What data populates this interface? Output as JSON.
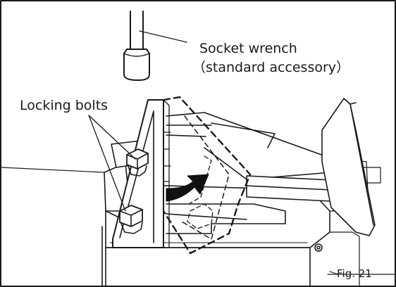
{
  "labels": {
    "socket_wrench": "Socket wrench",
    "standard_accessory": "（standard accessory）",
    "locking_bolts": "Locking bolts",
    "figure": "Fig. 21"
  },
  "colors": {
    "line": "#1a1a1a",
    "fill": "#ffffff",
    "arrow": "#111111"
  }
}
